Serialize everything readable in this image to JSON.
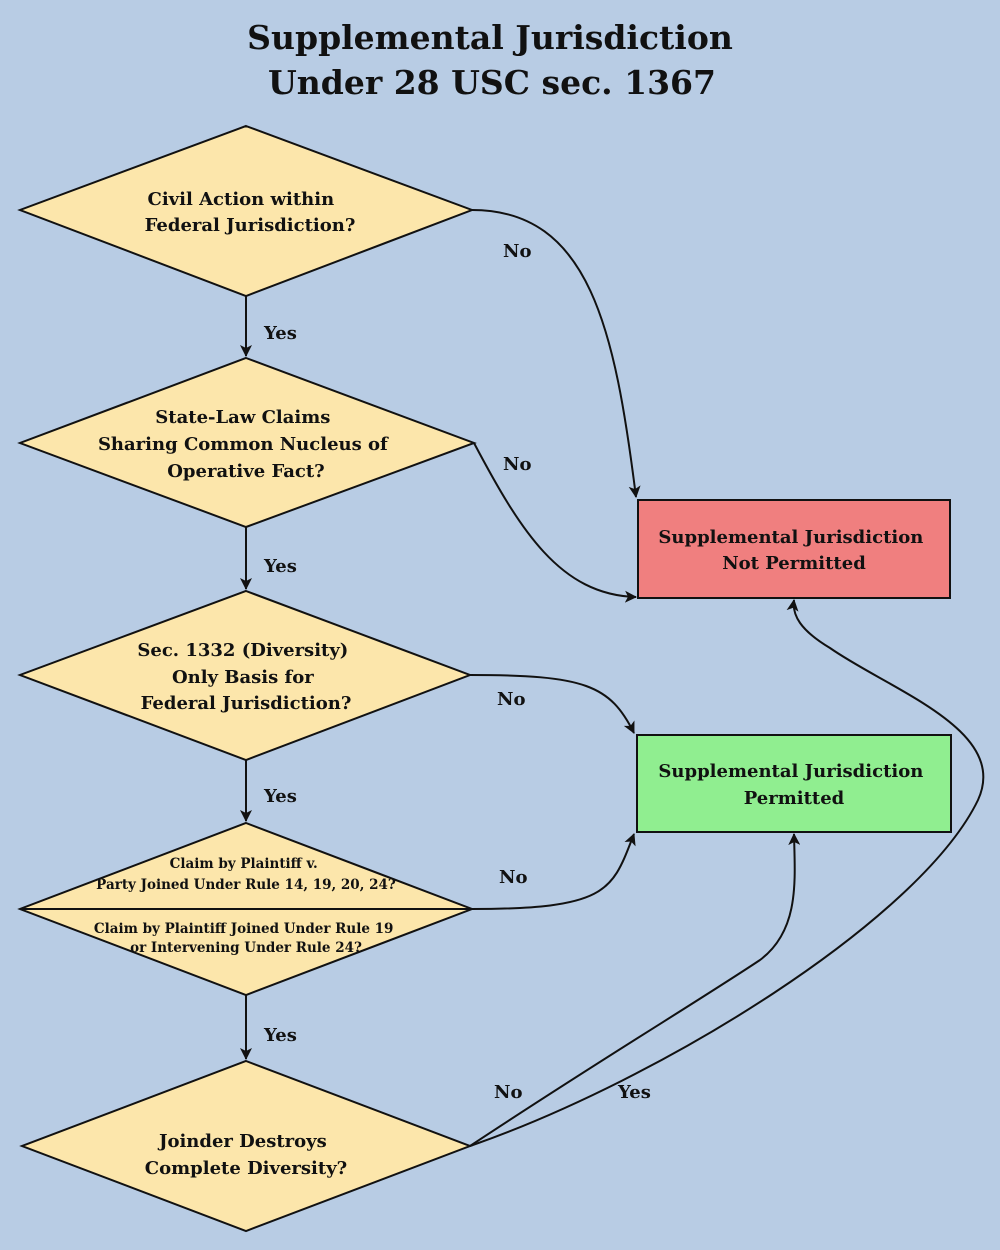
{
  "title": {
    "line1": "Supplemental Jurisdiction",
    "line2": "Under 28 USC sec. 1367"
  },
  "nodes": {
    "q1": [
      "Civil Action within",
      "Federal Jurisdiction?"
    ],
    "q2": [
      "State-Law Claims",
      "Sharing Common Nucleus of",
      "Operative Fact?"
    ],
    "q3": [
      "Sec. 1332 (Diversity)",
      "Only Basis for",
      "Federal Jurisdiction?"
    ],
    "q4_upper": [
      "Claim by Plaintiff v.",
      "Party Joined Under Rule 14, 19, 20, 24?"
    ],
    "q4_lower": [
      "Claim by Plaintiff Joined Under Rule 19",
      "or Intervening Under Rule 24?"
    ],
    "q5": [
      "Joinder Destroys",
      "Complete Diversity?"
    ],
    "not_permitted": [
      "Supplemental Jurisdiction",
      "Not Permitted"
    ],
    "permitted": [
      "Supplemental Jurisdiction",
      "Permitted"
    ]
  },
  "edge_labels": {
    "q1_yes": "Yes",
    "q1_no": "No",
    "q2_yes": "Yes",
    "q2_no": "No",
    "q3_yes": "Yes",
    "q3_no": "No",
    "q4_yes": "Yes",
    "q4_no": "No",
    "q5_no": "No",
    "q5_yes": "Yes"
  },
  "colors": {
    "background": "#b8cce4",
    "decision_fill": "#fce6ab",
    "not_permitted_fill": "#f07f7f",
    "permitted_fill": "#90ee90"
  }
}
